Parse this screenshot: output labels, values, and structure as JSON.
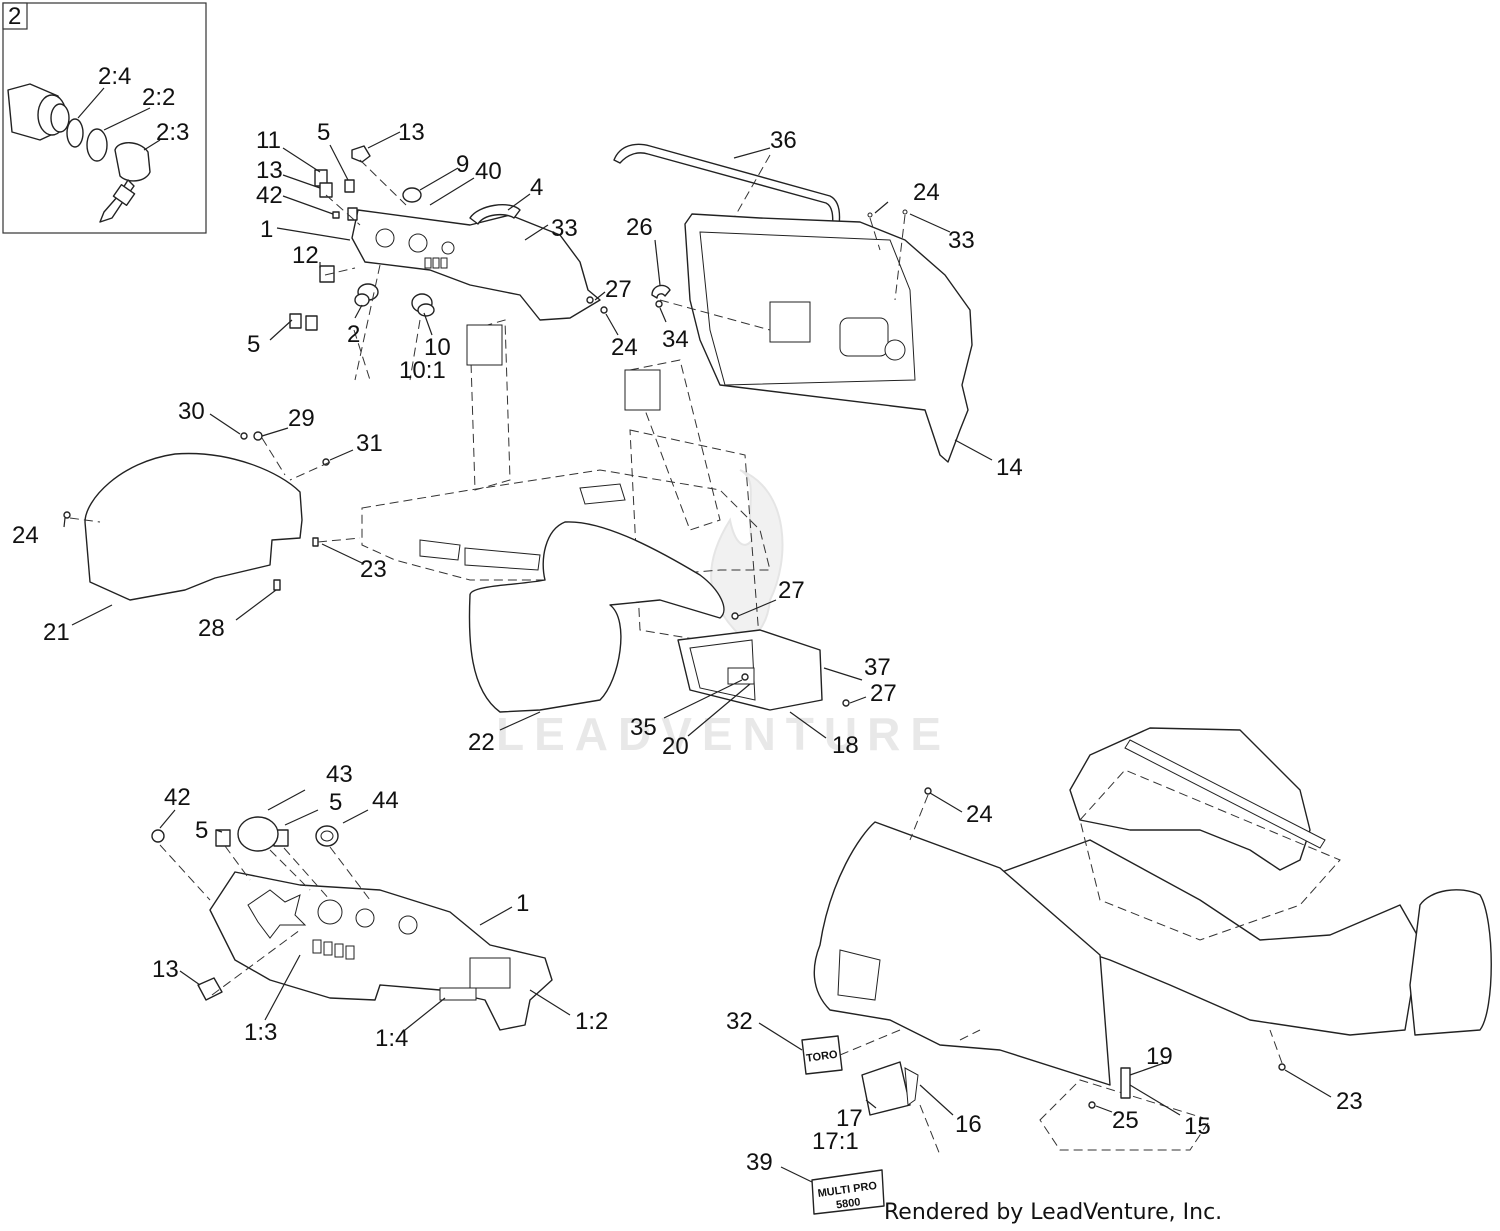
{
  "inset": {
    "index_label": "2"
  },
  "callouts": {
    "c_2_4": "2:4",
    "c_2_2": "2:2",
    "c_2_3": "2:3",
    "c_11": "11",
    "c_5a": "5",
    "c_13a": "13",
    "c_9": "9",
    "c_40": "40",
    "c_13b": "13",
    "c_4": "4",
    "c_42a": "42",
    "c_33a": "33",
    "c_1a": "1",
    "c_12": "12",
    "c_27a": "27",
    "c_5b": "5",
    "c_2": "2",
    "c_10": "10",
    "c_10_1": "10:1",
    "c_24a": "24",
    "c_34": "34",
    "c_36": "36",
    "c_26": "26",
    "c_24b": "24",
    "c_33b": "33",
    "c_14": "14",
    "c_30": "30",
    "c_29": "29",
    "c_31": "31",
    "c_24c": "24",
    "c_23a": "23",
    "c_21": "21",
    "c_28": "28",
    "c_27b": "27",
    "c_37": "37",
    "c_27c": "27",
    "c_35": "35",
    "c_20": "20",
    "c_22": "22",
    "c_18": "18",
    "c_43": "43",
    "c_42b": "42",
    "c_5c": "5",
    "c_44": "44",
    "c_5d": "5",
    "c_1b": "1",
    "c_13c": "13",
    "c_1_3": "1:3",
    "c_1_4": "1:4",
    "c_1_2": "1:2",
    "c_24d": "24",
    "c_32": "32",
    "c_19": "19",
    "c_23b": "23",
    "c_17": "17",
    "c_17_1": "17:1",
    "c_16": "16",
    "c_25": "25",
    "c_15": "15",
    "c_39": "39"
  },
  "decal_labels": {
    "toro": "TORO",
    "multipro_line1": "MULTI PRO",
    "multipro_line2": "5800"
  },
  "watermark": "LEADVENTURE",
  "footer": "Rendered by LeadVenture, Inc."
}
